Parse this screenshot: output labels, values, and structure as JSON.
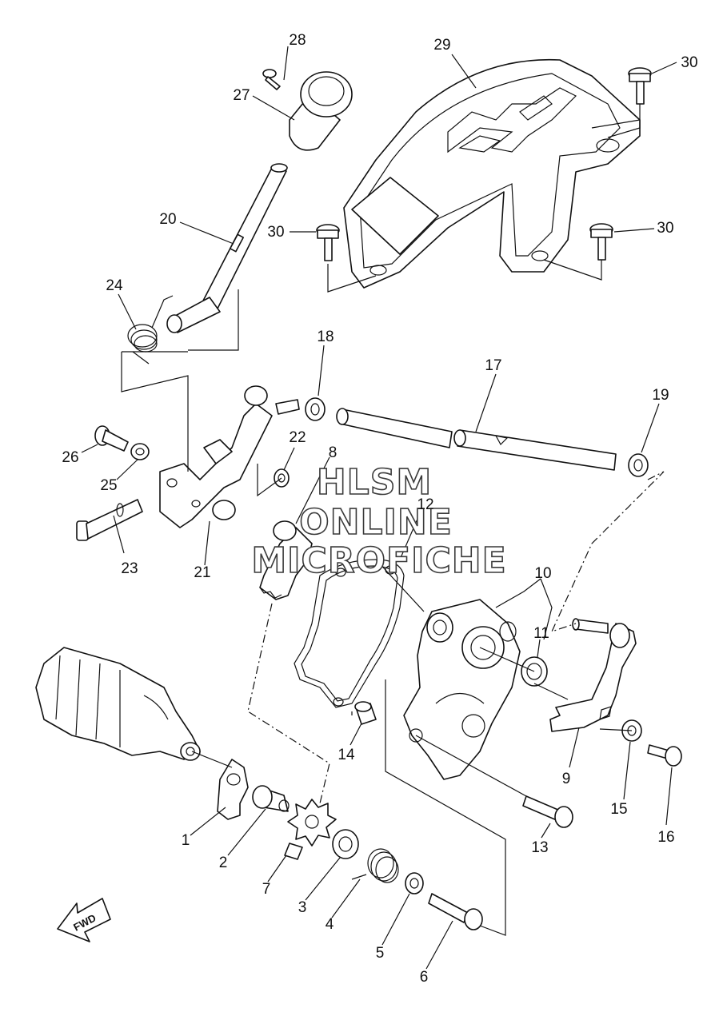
{
  "watermark": {
    "line1": "HLSM",
    "line2": "ONLINE",
    "line3": "MICROFICHE"
  },
  "direction_arrow": {
    "label": "FWD"
  },
  "callouts": {
    "c1": "1",
    "c2": "2",
    "c3": "3",
    "c4": "4",
    "c5": "5",
    "c6": "6",
    "c7": "7",
    "c8": "8",
    "c9": "9",
    "c10": "10",
    "c11": "11",
    "c12": "12",
    "c13": "13",
    "c14": "14",
    "c15": "15",
    "c16": "16",
    "c17": "17",
    "c18": "18",
    "c19": "19",
    "c20": "20",
    "c21": "21",
    "c22": "22",
    "c23": "23",
    "c24": "24",
    "c25": "25",
    "c26": "26",
    "c27": "27",
    "c28": "28",
    "c29": "29",
    "c30a": "30",
    "c30b": "30",
    "c30c": "30"
  },
  "colors": {
    "line": "#111111",
    "background": "#ffffff"
  }
}
